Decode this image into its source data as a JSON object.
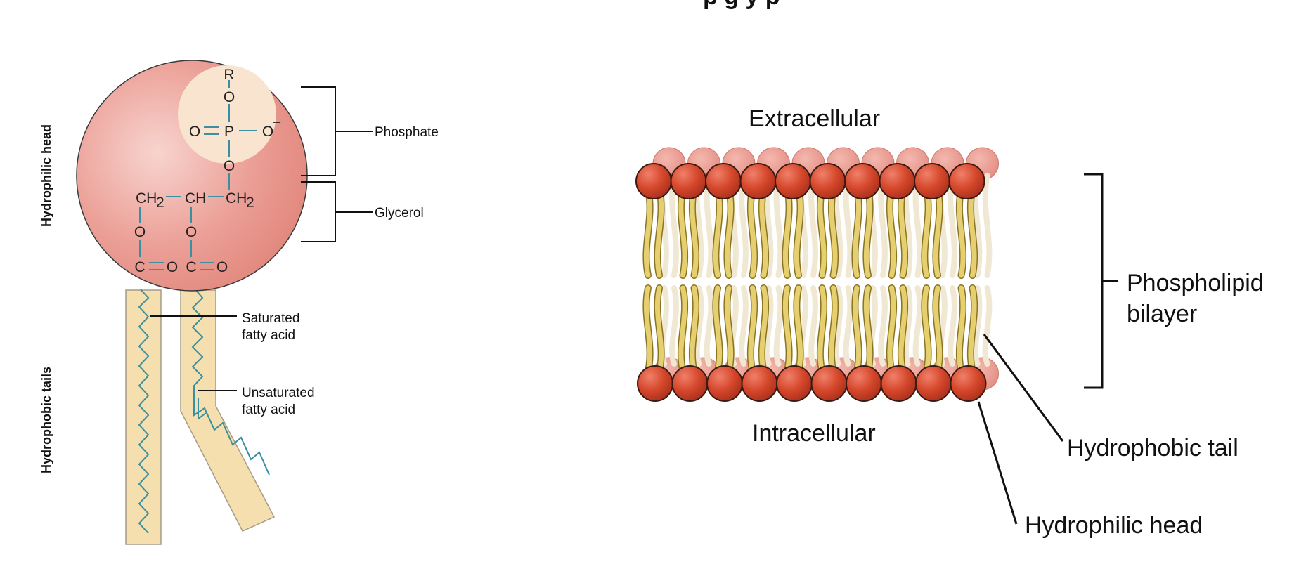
{
  "header_fragment": "p           g y  p",
  "molecule": {
    "side_labels": {
      "head": "Hydrophilic head",
      "tails": "Hydrophobic tails"
    },
    "brackets": {
      "phosphate": "Phosphate",
      "glycerol": "Glycerol"
    },
    "chem": {
      "r": "R",
      "o1": "O",
      "o_left": "O",
      "p": "P",
      "o_minus": "O",
      "minus": "−",
      "o2": "O",
      "ch2_left": "CH",
      "sub2_left": "2",
      "ch": "CH",
      "ch2_right": "CH",
      "sub2_right": "2",
      "o_ester_left": "O",
      "o_ester_right": "O",
      "c_left": "C",
      "o_carb_left": "O",
      "c_right": "C",
      "o_carb_right": "O"
    },
    "tail_labels": {
      "saturated": [
        "Saturated",
        "fatty acid"
      ],
      "unsaturated": [
        "Unsaturated",
        "fatty acid"
      ]
    },
    "colors": {
      "head_fill": "#e38f86",
      "phosphate_fill": "#f8e4cf",
      "tail_fill": "#f6dfae",
      "bond": "#3a8fa0"
    }
  },
  "bilayer": {
    "extracellular": "Extracellular",
    "intracellular": "Intracellular",
    "bilayer_label": [
      "Phospholipid",
      "bilayer"
    ],
    "tail_label": "Hydrophobic tail",
    "head_label": "Hydrophilic head",
    "colors": {
      "head": "#d4492c",
      "head_back": "#e8938a",
      "tail": "#e6cf6e",
      "tail_back": "#f0e8d2"
    }
  }
}
